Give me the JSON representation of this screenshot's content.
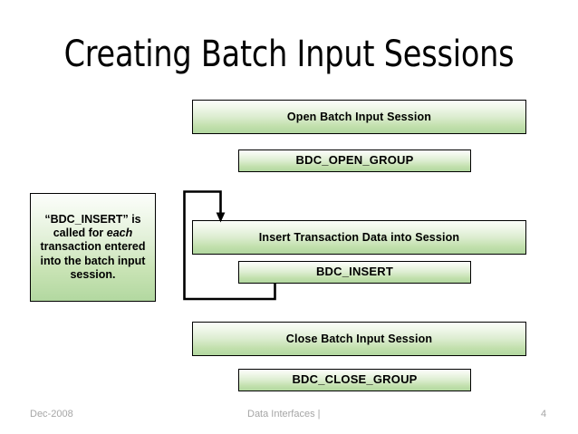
{
  "slide": {
    "title": "Creating Batch Input Sessions",
    "background_color": "#ffffff",
    "box_border_color": "#000000",
    "box_gradient_top_color": "#fbfdf9",
    "box_gradient_bottom_color": "#b2d8a0",
    "footer_text_color": "#a6a6a6"
  },
  "flow": {
    "steps": [
      {
        "label": "Open Batch Input Session",
        "function": "BDC_OPEN_GROUP"
      },
      {
        "label": "Insert Transaction Data into Session",
        "function": "BDC_INSERT"
      },
      {
        "label": "Close Batch Input Session",
        "function": "BDC_CLOSE_GROUP"
      }
    ]
  },
  "callout": {
    "text_part_1": "“BDC_INSERT” is called for ",
    "text_emphasis": "each",
    "text_part_2": " transaction entered into the batch input session."
  },
  "footer": {
    "date": "Dec-2008",
    "center": "Data Interfaces  |",
    "page_number": "4"
  }
}
